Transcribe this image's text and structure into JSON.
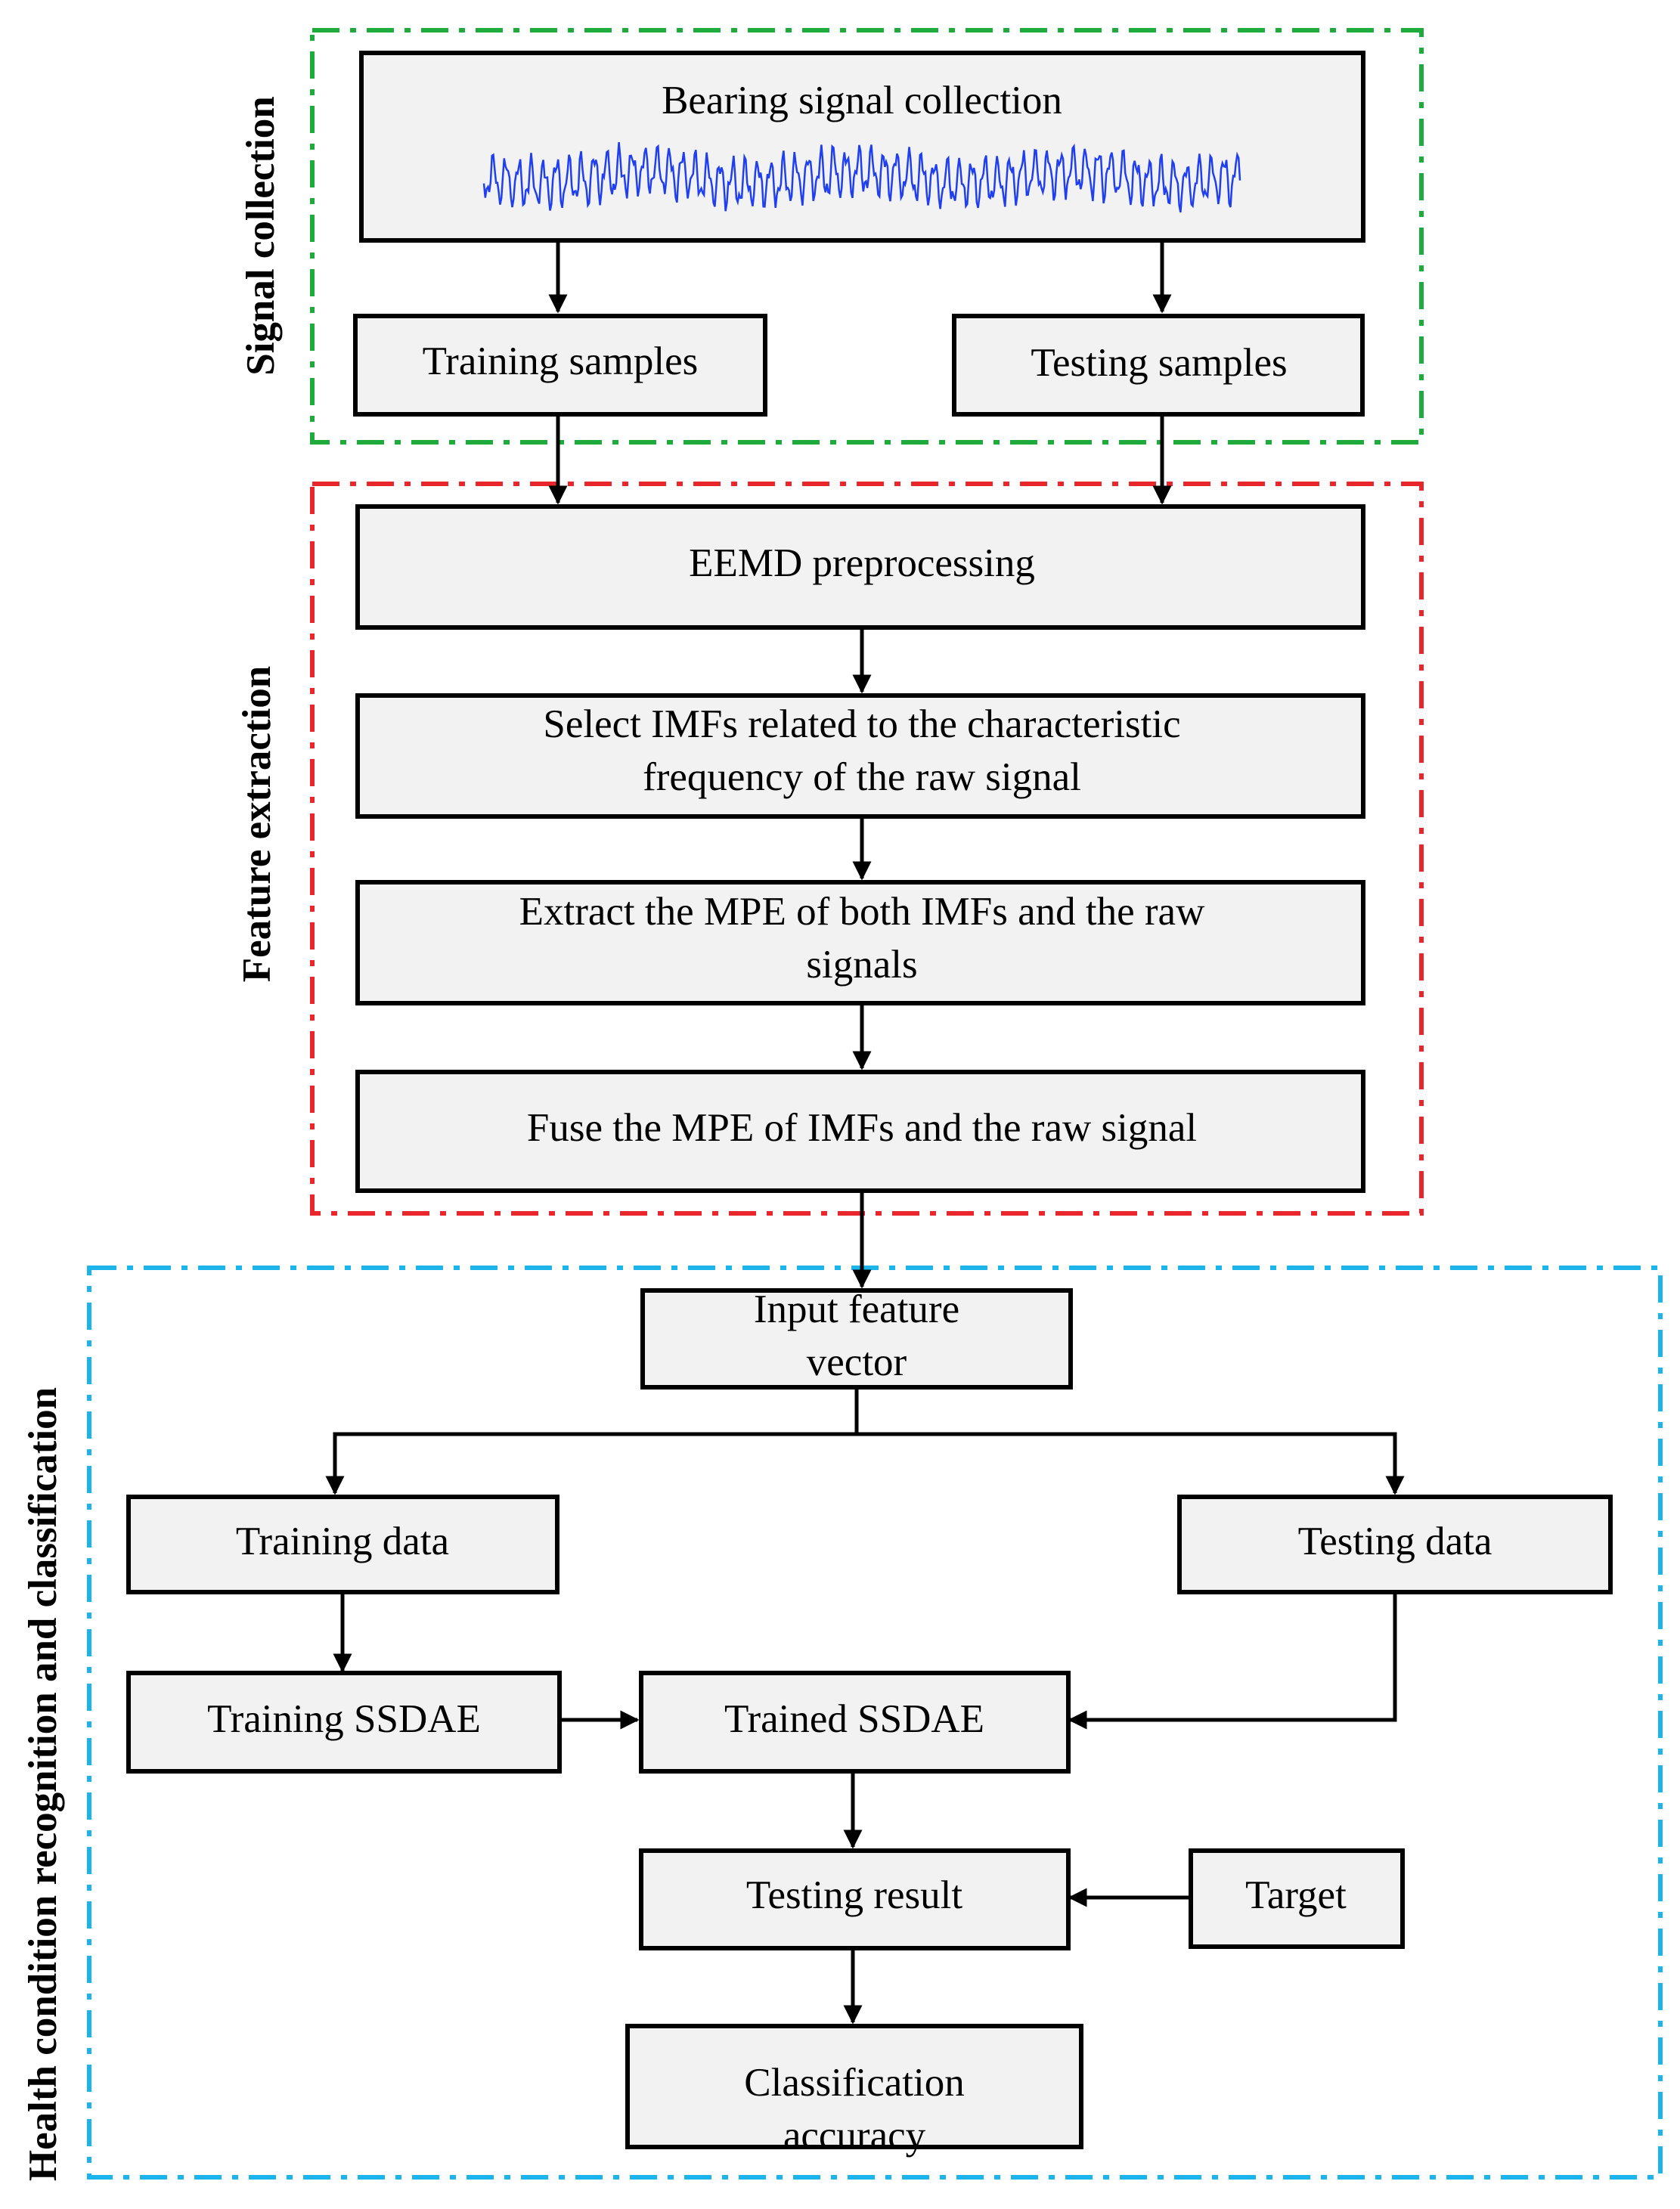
{
  "colors": {
    "signal_group": "#1faa3c",
    "feature_group": "#e8262b",
    "health_group": "#1cb4ea",
    "node_fill": "#f2f2f2",
    "waveform": "#1f3ff0"
  },
  "groups": {
    "signal_collection": "Signal collection",
    "feature_extraction": "Feature extraction",
    "health_recognition": "Health condition recognition and classification"
  },
  "nodes": {
    "bearing_signal": [
      "Bearing signal collection"
    ],
    "training_samples": [
      "Training samples"
    ],
    "testing_samples": [
      "Testing samples"
    ],
    "eemd": [
      "EEMD preprocessing"
    ],
    "select_imfs": [
      "Select  IMFs related to the characteristic",
      "frequency of the raw signal"
    ],
    "extract_mpe": [
      "Extract the  MPE of both IMFs and the raw",
      "signals"
    ],
    "fuse_mpe": [
      "Fuse the MPE of IMFs and the raw signal"
    ],
    "input_vector": [
      "Input feature",
      "vector"
    ],
    "training_data": [
      "Training data"
    ],
    "testing_data": [
      "Testing data"
    ],
    "training_ssdae": [
      "Training SSDAE"
    ],
    "trained_ssdae": [
      "Trained SSDAE"
    ],
    "testing_result": [
      "Testing result"
    ],
    "target": [
      "Target"
    ],
    "classification_accuracy": [
      "Classification",
      "accuracy"
    ]
  },
  "edges": [
    [
      "bearing_signal",
      "training_samples"
    ],
    [
      "bearing_signal",
      "testing_samples"
    ],
    [
      "training_samples",
      "eemd"
    ],
    [
      "testing_samples",
      "eemd"
    ],
    [
      "eemd",
      "select_imfs"
    ],
    [
      "select_imfs",
      "extract_mpe"
    ],
    [
      "extract_mpe",
      "fuse_mpe"
    ],
    [
      "fuse_mpe",
      "input_vector"
    ],
    [
      "input_vector",
      "training_data"
    ],
    [
      "input_vector",
      "testing_data"
    ],
    [
      "training_data",
      "training_ssdae"
    ],
    [
      "training_ssdae",
      "trained_ssdae"
    ],
    [
      "testing_data",
      "trained_ssdae"
    ],
    [
      "trained_ssdae",
      "testing_result"
    ],
    [
      "target",
      "testing_result"
    ],
    [
      "testing_result",
      "classification_accuracy"
    ]
  ]
}
